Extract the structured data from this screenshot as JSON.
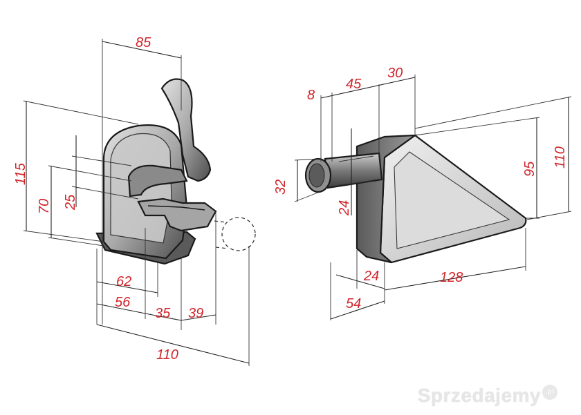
{
  "colors": {
    "dimension_text": "#d0252b",
    "line": "#222222",
    "part_fill_dark": "#6f6f6f",
    "part_fill_light": "#d4d4d4"
  },
  "left_part": {
    "dimensions": {
      "width_top": "85",
      "height_total": "115",
      "height_mid": "70",
      "height_small": "25",
      "base_62": "62",
      "base_56": "56",
      "base_35": "35",
      "base_39": "39",
      "total_110": "110"
    }
  },
  "right_part": {
    "dimensions": {
      "pin_8": "8",
      "pin_45": "45",
      "top_30": "30",
      "pin_dia_32": "32",
      "pin_24": "24",
      "height_95": "95",
      "height_110": "110",
      "base_24": "24",
      "length_128": "128",
      "base_54": "54"
    }
  },
  "watermark": {
    "text": "Sprzedajemy",
    "suffix": ".pl"
  }
}
